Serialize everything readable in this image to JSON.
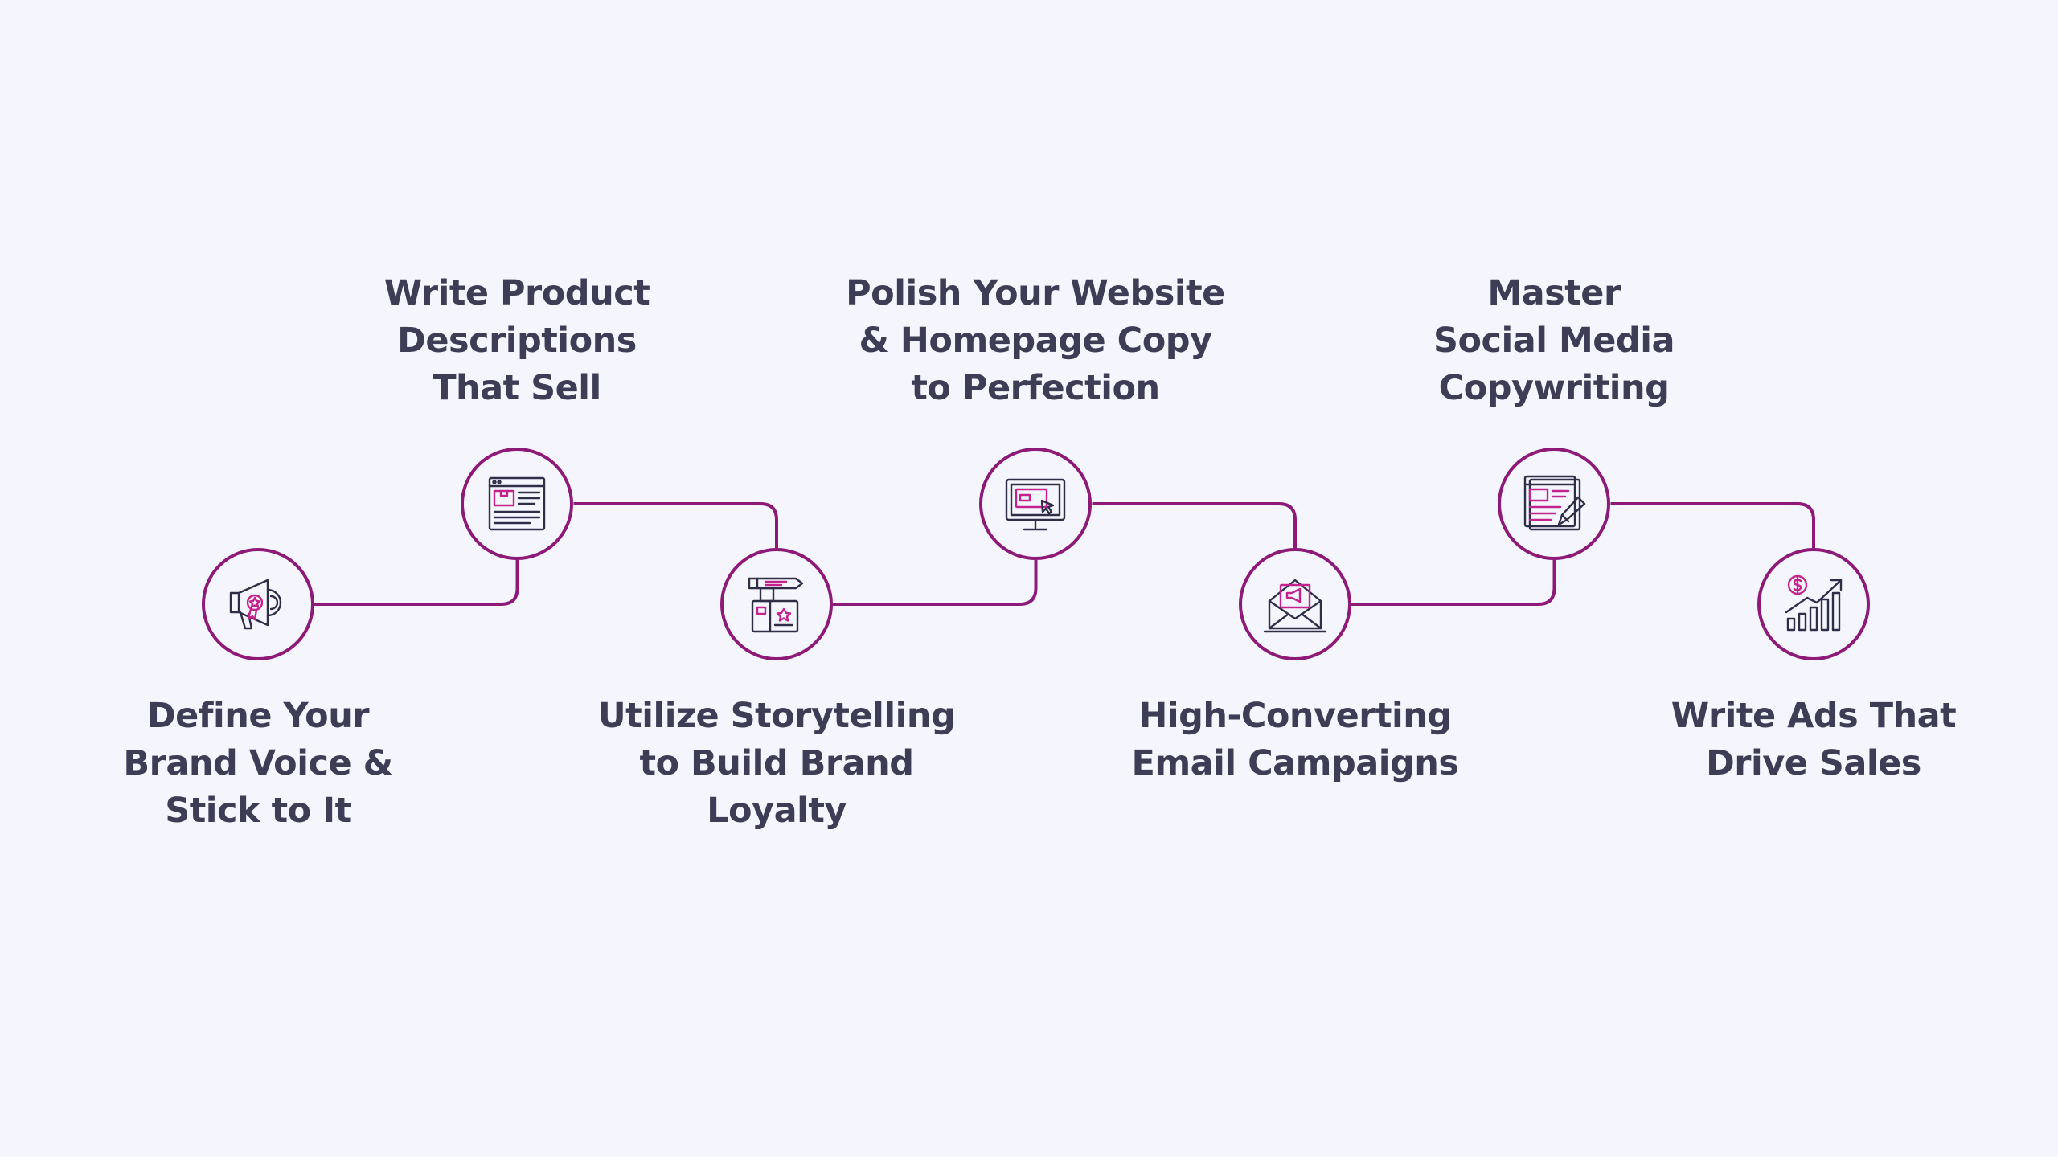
{
  "colors": {
    "background": "#f5f6fd",
    "ring": "#8e1a78",
    "connector": "#8e1a78",
    "text": "#3d3d55",
    "icon_ink": "#2e2e48",
    "icon_accent": "#c2248e"
  },
  "steps": [
    {
      "icon": "megaphone-icon",
      "position": "low",
      "lines": [
        "Define Your",
        "Brand Voice &",
        "Stick to It"
      ]
    },
    {
      "icon": "product-page-icon",
      "position": "high",
      "lines": [
        "Write Product",
        "Descriptions",
        "That Sell"
      ]
    },
    {
      "icon": "storytelling-box-icon",
      "position": "low",
      "lines": [
        "Utilize Storytelling",
        "to Build Brand",
        "Loyalty"
      ]
    },
    {
      "icon": "website-monitor-icon",
      "position": "high",
      "lines": [
        "Polish Your Website",
        "& Homepage Copy",
        "to Perfection"
      ]
    },
    {
      "icon": "email-campaign-icon",
      "position": "low",
      "lines": [
        "High-Converting",
        "Email Campaigns"
      ]
    },
    {
      "icon": "social-copywriting-icon",
      "position": "high",
      "lines": [
        "Master",
        "Social Media",
        "Copywriting"
      ]
    },
    {
      "icon": "sales-growth-chart-icon",
      "position": "low",
      "lines": [
        "Write Ads That",
        "Drive Sales"
      ]
    }
  ]
}
